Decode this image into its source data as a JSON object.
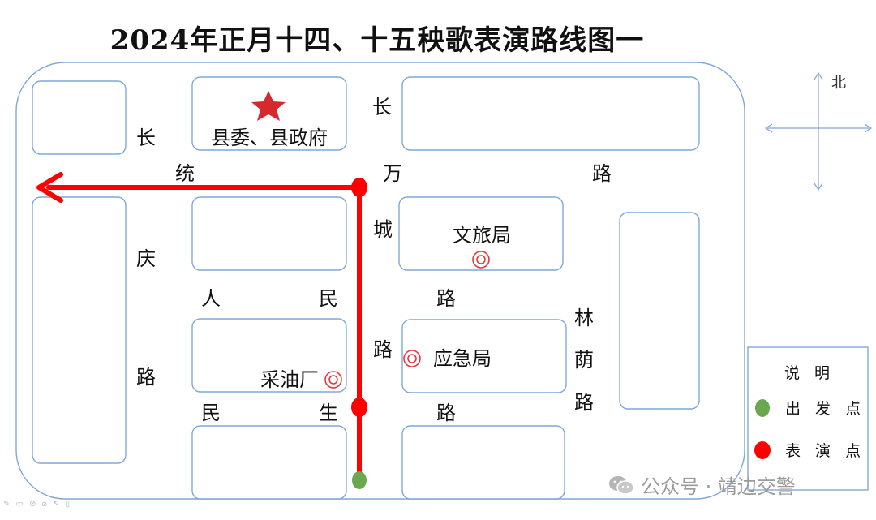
{
  "title": "2024年正月十四、十五秧歌表演路线图一",
  "compass": {
    "north": "北"
  },
  "places": {
    "government": "县委、县政府",
    "culture_bureau": "文旅局",
    "emergency_bureau": "应急局",
    "oil_plant": "采油厂"
  },
  "roads": {
    "changtong": [
      "长",
      "统"
    ],
    "changwan": [
      "长",
      "万",
      "路"
    ],
    "qing": [
      "庆",
      "路"
    ],
    "chengrenmin": [
      "城",
      "路"
    ],
    "renmin": [
      "人",
      "民",
      "路"
    ],
    "minsheng": [
      "民",
      "生",
      "路"
    ],
    "linyin": [
      "林",
      "荫",
      "路"
    ]
  },
  "legend": {
    "title": "说 明",
    "start": "出 发 点",
    "performance": "表 演 点",
    "start_color": "#6aa84f",
    "performance_color": "#ff0000"
  },
  "colors": {
    "route": "#ff0000",
    "block_border": "#7fa7d8",
    "star": "#d9272e",
    "marker": "#e23b3b"
  },
  "watermark": {
    "text": "公众号 · 靖边交警"
  }
}
